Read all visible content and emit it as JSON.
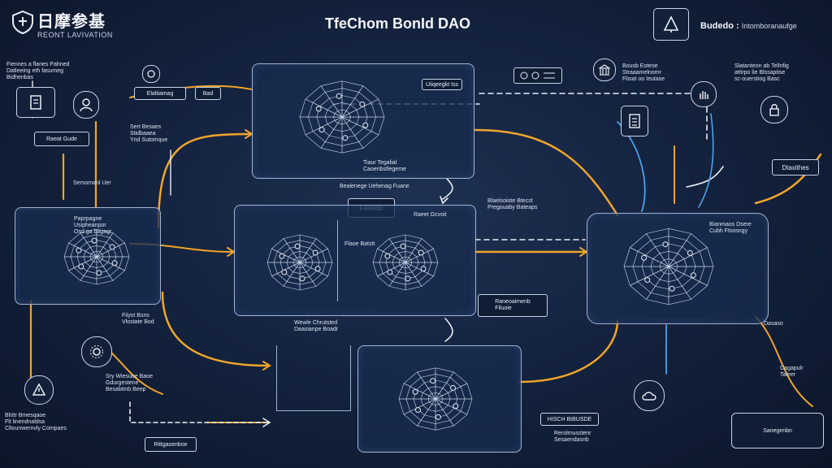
{
  "header": {
    "logo_title": "日摩参基",
    "logo_subtitle": "REONT LAVIVATION",
    "title": "TfeChom BonId DAO",
    "right_title": "Budedo :",
    "right_subtitle": "Intomboranaufge"
  },
  "labels": {
    "left_top_caption": "Fiennes a flanes Pahned\nDatleeing eth fasumeg\nBidhenbas",
    "left_note_button": "Raeat Gude",
    "top_strip_left": "Elaltiamag",
    "top_strip_right": "Bad",
    "pipeline_label": "Sersomanl Uer",
    "left_mid_caption": "Sert Besaes\nStidbaaea\nYnd Sutomque",
    "left_hub_caption": "Paprpagne\nUsipheanpor\nOsd ga bagagr",
    "center_card_label": "Fielsdo",
    "center_top_caption": "Bealenege Uehenag Fuane",
    "center_right_caption": "Uiiqeegkt Iss",
    "ctr_net_b_label": "Raeet Gcvoit",
    "ctr_net_b_sub": "Flaoe Batstt",
    "flow_caption": "Tiaur Tegalial\nCaoenbstlegeme",
    "mid_right_caption": "Blaelsoiote Btecst\nPregouaby Bateaps",
    "right_hub_label": "Bianmaos Dsere\nCubh Ftsosngy",
    "dashed_right_box": "Raneoaimenb\nFiluoie",
    "right_top_caption": "Slatanteon ab Tellnfig\nattirpo lie Blssaptise\nsc-ouerstiog Basc",
    "right_mid_box": "Dtaxithes",
    "right_upper_icons_caption": "Bousb Eotese\nStraaamelnomr\nFbsat oo Ieutase",
    "mid_caption_2": "Wewle Chrutsted\nDaasianpe Boadr",
    "bottom_left_caption": "Bhttr Bmesqaoe\nFlt linendnaldsa\nCltounwernvly Compaes",
    "bottom_left_box": "Rittgasenboe",
    "bottom_right_box": "Sanegenbn",
    "bottom_center_box": "HISCH BIBUSDE",
    "bottom_center_caption": "Rerolmusstenr\nSesaendasnb",
    "left_low_caption": "Fiiyst Bsns\nVlostate Bod",
    "bottom_left_mid": "Sry Wiesuoe Baoe\nGdurgestene\nBesabtinb Beep",
    "right_low_caption": "Cagapulr\nTaleer",
    "dao_label": "Dasaso"
  },
  "colors": {
    "wire_orange": "#f0a52a",
    "wire_white": "#e9eef6",
    "wire_blue": "#4aa3e8",
    "panel_border": "#9fb3cf"
  },
  "icons": [
    "shield-icon",
    "person-icon",
    "tree-icon",
    "lock-icon",
    "document-icon",
    "group-icon",
    "bank-icon",
    "hand-icon",
    "cloud-icon",
    "spider-web-icon"
  ]
}
